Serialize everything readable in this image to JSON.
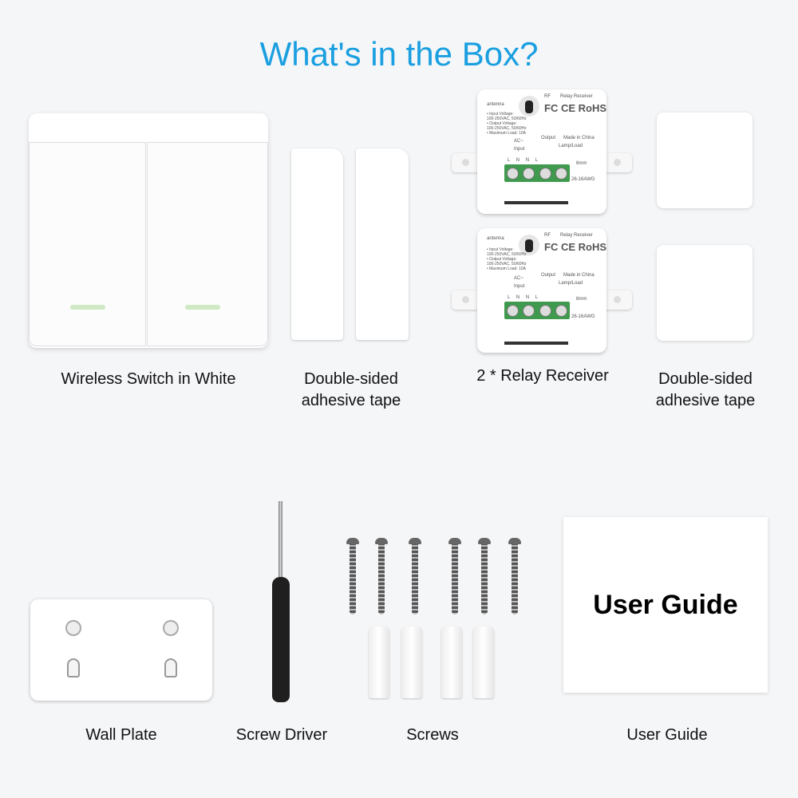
{
  "title": "What's in the Box?",
  "items": {
    "switch": "Wireless Switch in White",
    "tape1_l1": "Double-sided",
    "tape1_l2": "adhesive tape",
    "relay": "2 * Relay Receiver",
    "tape2_l1": "Double-sided",
    "tape2_l2": "adhesive tape",
    "wall_plate": "Wall Plate",
    "screw_driver": "Screw Driver",
    "screws": "Screws",
    "user_guide": "User Guide"
  },
  "relay_label": {
    "rf": "RF",
    "name": "Relay Receiver",
    "antenna": "antenna",
    "spec1": "• Input Voltage:",
    "spec2": "100-250VAC, 50/60Hz",
    "spec3": "• Output Voltage:",
    "spec4": "100-250VAC, 50/60Hz",
    "spec5": "• Maximum Load: 10A",
    "certs": "FC CE RoHS",
    "output": "Output",
    "made": "Made in China",
    "ac": "AC~",
    "input": "Input",
    "load": "Lamp/Load",
    "terms": "L  N  N  L",
    "mm": "6mm",
    "awg": "26-16AWG"
  },
  "guide_cover": "User Guide",
  "colors": {
    "title": "#1a9fe0",
    "background": "#f5f6f8"
  }
}
